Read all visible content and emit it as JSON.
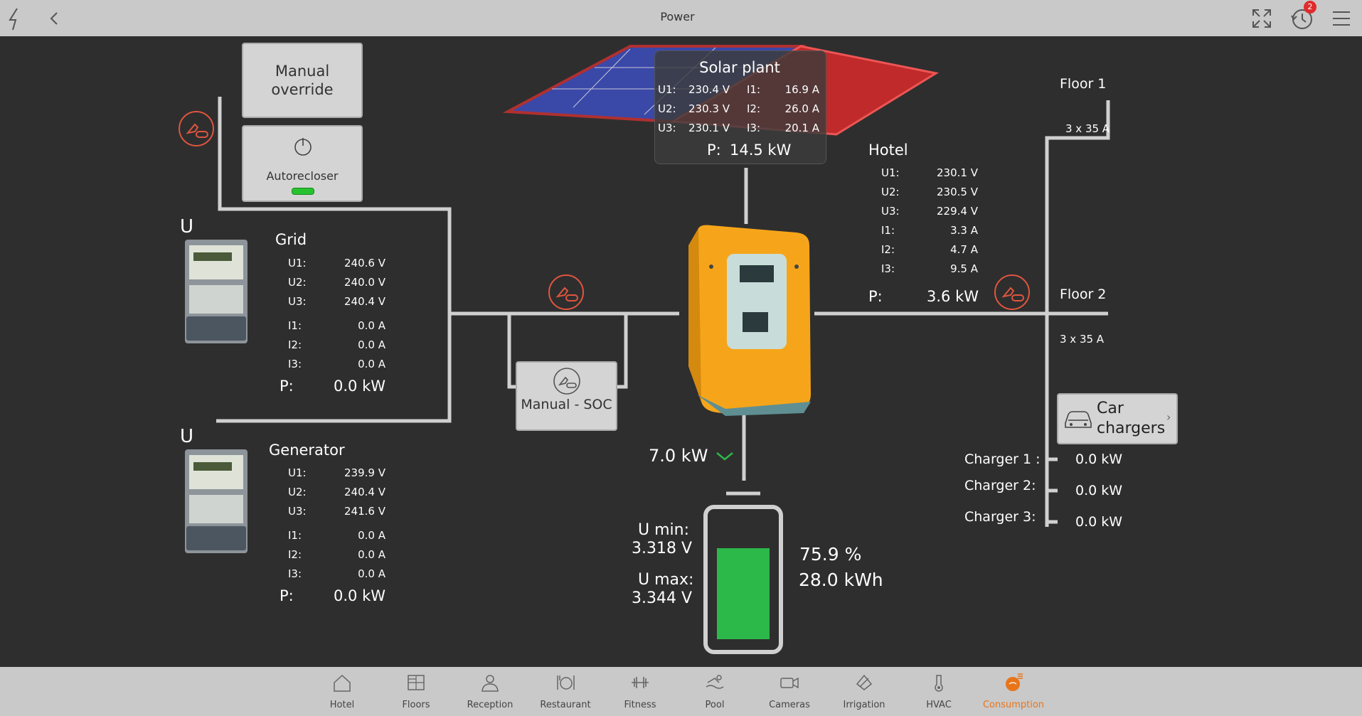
{
  "window": {
    "title": "Power",
    "notifications": "2"
  },
  "buttons": {
    "manual_override": "Manual override",
    "autorecloser": "Autorecloser",
    "manual_soc": "Manual - SOC",
    "car_chargers": "Car chargers"
  },
  "solar": {
    "title": "Solar plant",
    "rows": [
      {
        "u_label": "U1:",
        "u_val": "230.4 V",
        "i_label": "I1:",
        "i_val": "16.9 A"
      },
      {
        "u_label": "U2:",
        "u_val": "230.3 V",
        "i_label": "I2:",
        "i_val": "26.0 A"
      },
      {
        "u_label": "U3:",
        "u_val": "230.1 V",
        "i_label": "I3:",
        "i_val": "20.1 A"
      }
    ],
    "p_label": "P:",
    "p_val": "14.5 kW"
  },
  "grid": {
    "u_letter": "U",
    "title": "Grid",
    "rows": [
      {
        "label": "U1:",
        "value": "240.6 V"
      },
      {
        "label": "U2:",
        "value": "240.0 V"
      },
      {
        "label": "U3:",
        "value": "240.4 V"
      },
      {
        "label": "I1:",
        "value": "0.0 A"
      },
      {
        "label": "I2:",
        "value": "0.0 A"
      },
      {
        "label": "I3:",
        "value": "0.0 A"
      }
    ],
    "p_label": "P:",
    "p_val": "0.0 kW"
  },
  "generator": {
    "u_letter": "U",
    "title": "Generator",
    "rows": [
      {
        "label": "U1:",
        "value": "239.9 V"
      },
      {
        "label": "U2:",
        "value": "240.4 V"
      },
      {
        "label": "U3:",
        "value": "241.6 V"
      },
      {
        "label": "I1:",
        "value": "0.0 A"
      },
      {
        "label": "I2:",
        "value": "0.0 A"
      },
      {
        "label": "I3:",
        "value": "0.0 A"
      }
    ],
    "p_label": "P:",
    "p_val": "0.0 kW"
  },
  "hotel": {
    "title": "Hotel",
    "rows": [
      {
        "label": "U1:",
        "value": "230.1 V"
      },
      {
        "label": "U2:",
        "value": "230.5 V"
      },
      {
        "label": "U3:",
        "value": "229.4 V"
      },
      {
        "label": "I1:",
        "value": "3.3 A"
      },
      {
        "label": "I2:",
        "value": "4.7 A"
      },
      {
        "label": "I3:",
        "value": "9.5 A"
      }
    ],
    "p_label": "P:",
    "p_val": "3.6 kW"
  },
  "floors": {
    "floor1": "Floor 1",
    "floor1_rating": "3 x 35 A",
    "floor2": "Floor 2",
    "floor2_rating": "3 x 35 A"
  },
  "chargers": [
    {
      "label": "Charger 1 :",
      "value": "0.0 kW"
    },
    {
      "label": "Charger 2:",
      "value": "0.0 kW"
    },
    {
      "label": "Charger 3:",
      "value": "0.0 kW"
    }
  ],
  "battery": {
    "flow": "7.0 kW",
    "umin_label": "U min:",
    "umin_val": "3.318 V",
    "umax_label": "U max:",
    "umax_val": "3.344 V",
    "soc": "75.9 %",
    "energy": "28.0 kWh",
    "fill": 0.759,
    "fill_color": "#2db84a"
  },
  "nav": [
    {
      "label": "Hotel",
      "icon": "home-icon"
    },
    {
      "label": "Floors",
      "icon": "floors-icon"
    },
    {
      "label": "Reception",
      "icon": "person-icon"
    },
    {
      "label": "Restaurant",
      "icon": "restaurant-icon"
    },
    {
      "label": "Fitness",
      "icon": "dumbbell-icon"
    },
    {
      "label": "Pool",
      "icon": "pool-icon"
    },
    {
      "label": "Cameras",
      "icon": "camera-icon"
    },
    {
      "label": "Irrigation",
      "icon": "irrigation-icon"
    },
    {
      "label": "HVAC",
      "icon": "thermometer-icon"
    },
    {
      "label": "Consumption",
      "icon": "consumption-icon",
      "active": true
    }
  ],
  "colors": {
    "accent": "#e8751a",
    "line": "#d0d0d0",
    "switch": "#e0553f",
    "badge": "#e02c2c"
  }
}
